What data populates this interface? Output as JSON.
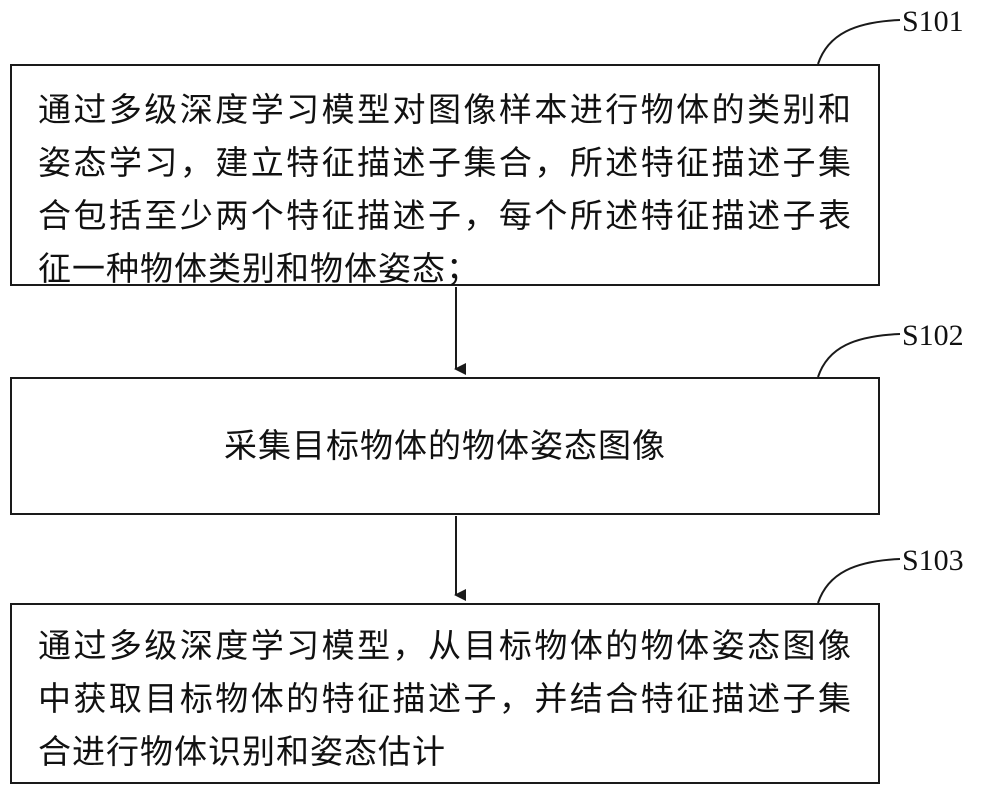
{
  "steps": [
    {
      "id": "S101",
      "text": "通过多级深度学习模型对图像样本进行物体的类别和姿态学习，建立特征描述子集合，所述特征描述子集合包括至少两个特征描述子，每个所述特征描述子表征一种物体类别和物体姿态；"
    },
    {
      "id": "S102",
      "text": "采集目标物体的物体姿态图像"
    },
    {
      "id": "S103",
      "text": "通过多级深度学习模型，从目标物体的物体姿态图像中获取目标物体的特征描述子，并结合特征描述子集合进行物体识别和姿态估计"
    }
  ],
  "colors": {
    "line": "#1a1a1a",
    "text": "#111111",
    "background": "#ffffff"
  }
}
